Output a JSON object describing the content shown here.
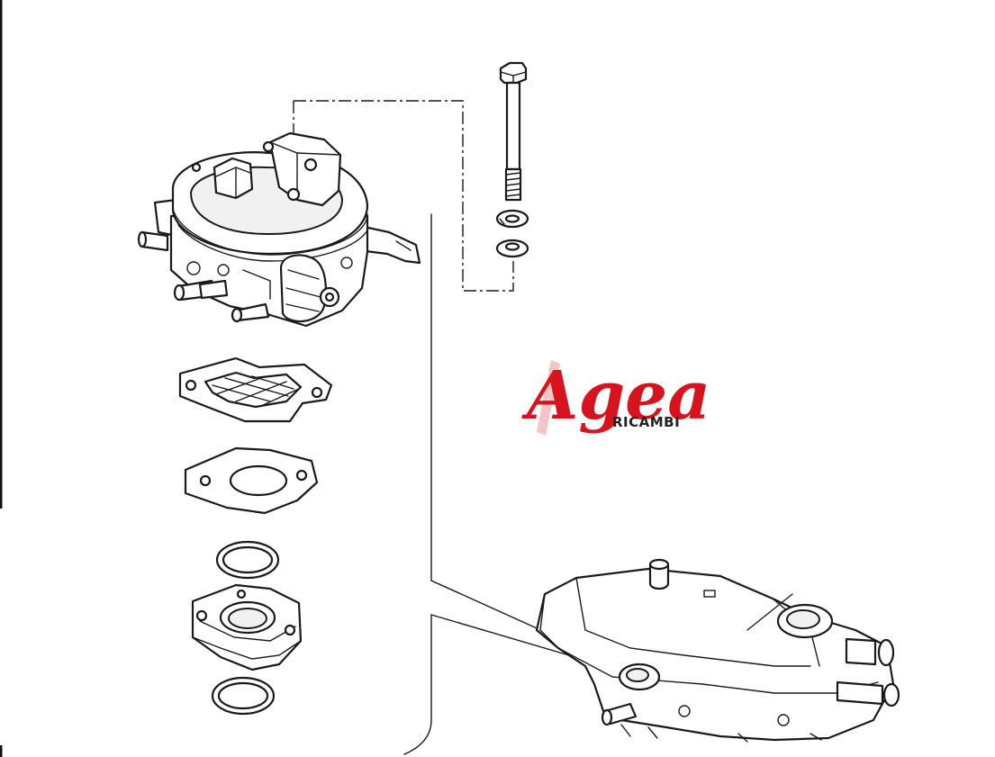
{
  "logo": {
    "brand": "Agea",
    "subtitle": "RICAMBI",
    "color": "#d7141d"
  },
  "diagram": {
    "parts": [
      "carburetor-body",
      "bolt",
      "spring-washer",
      "flat-washer",
      "upper-gasket",
      "lower-gasket",
      "upper-o-ring",
      "spacer-flange",
      "lower-o-ring",
      "intake-manifold"
    ]
  }
}
